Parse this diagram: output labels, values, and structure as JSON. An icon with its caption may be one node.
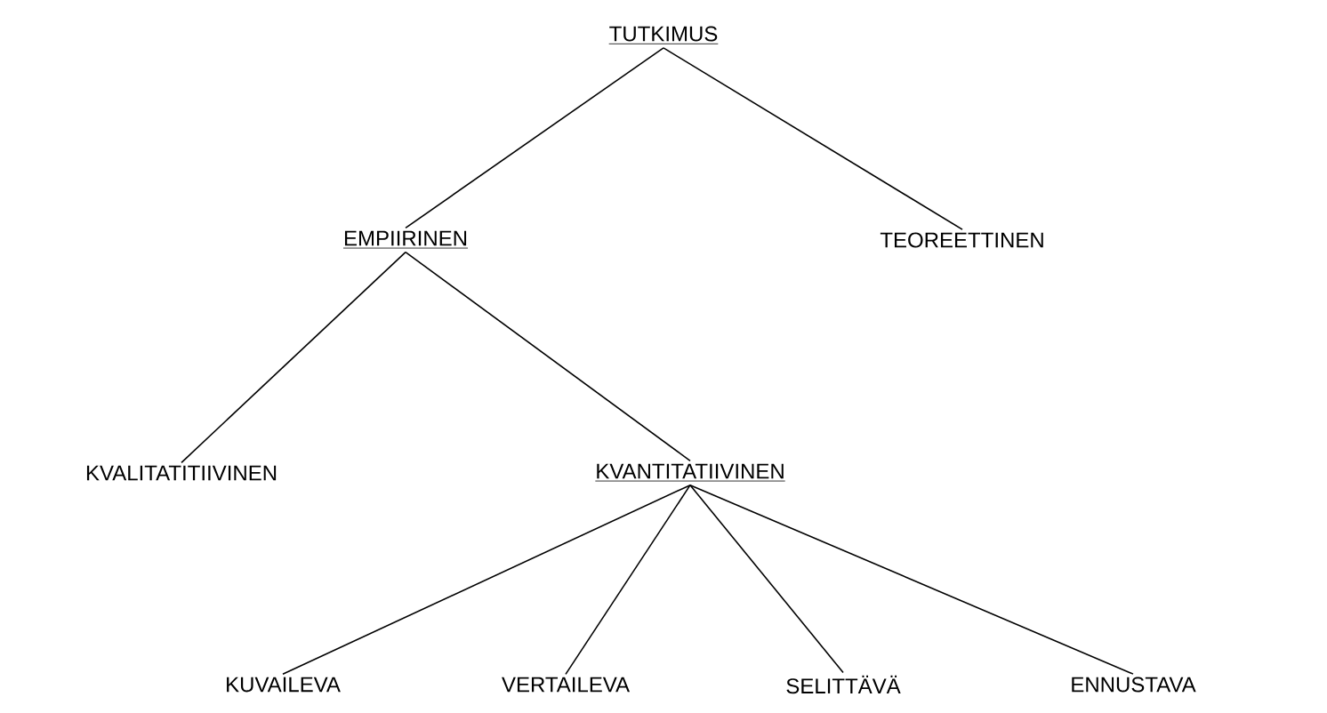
{
  "diagram": {
    "nodes": [
      {
        "text": [
          "TUTKIMUS"
        ]
      },
      {
        "text": [
          "EMPIIRINEN"
        ]
      },
      {
        "text": [
          "TEOREETTINEN"
        ]
      },
      {
        "text": [
          "KVALITATITIIVINEN"
        ]
      },
      {
        "text": [
          "KVANTITATIIVINEN"
        ]
      },
      {
        "text": [
          "KUVAILEVA"
        ]
      },
      {
        "text": [
          "VERTAILEVA"
        ]
      },
      {
        "text": [
          "SELITTÄVÄ"
        ]
      },
      {
        "text": [
          "ENNUSTAVA"
        ]
      }
    ],
    "edges": [
      {
        "from": 0,
        "to": 1,
        "arrow": "none"
      },
      {
        "from": 0,
        "to": 2,
        "arrow": "none"
      },
      {
        "from": 1,
        "to": 3,
        "arrow": "none"
      },
      {
        "from": 1,
        "to": 4,
        "arrow": "none"
      },
      {
        "from": 4,
        "to": 5,
        "arrow": "none"
      },
      {
        "from": 4,
        "to": 6,
        "arrow": "none"
      },
      {
        "from": 4,
        "to": 7,
        "arrow": "none"
      },
      {
        "from": 4,
        "to": 8,
        "arrow": "none"
      }
    ]
  }
}
